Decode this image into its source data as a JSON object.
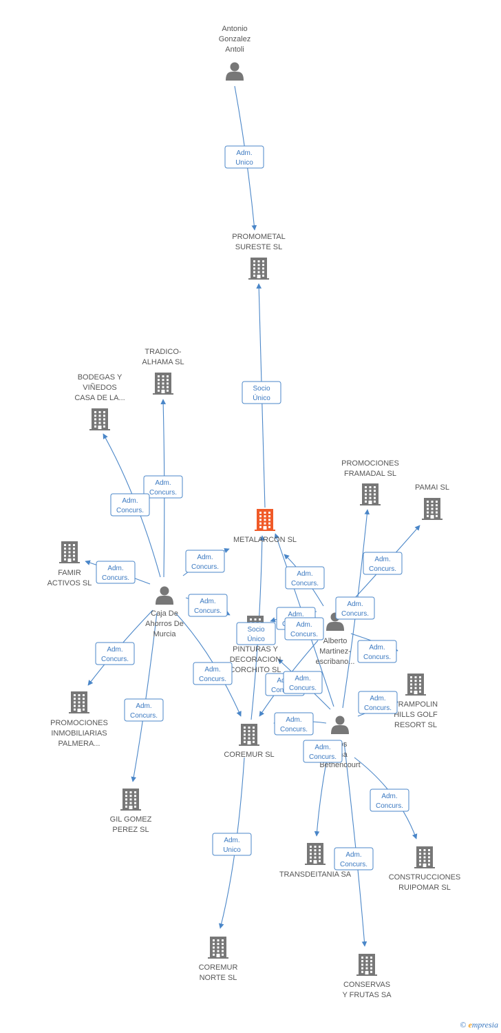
{
  "colors": {
    "edge": "#4a86c8",
    "node": "#777777",
    "focus": "#f05a28",
    "text": "#555555"
  },
  "nodes": [
    {
      "id": "antonio",
      "kind": "person",
      "label": [
        "Antonio",
        "Gonzalez",
        "Antoli"
      ]
    },
    {
      "id": "promometal",
      "kind": "company",
      "label": [
        "PROMOMETAL",
        "SURESTE SL"
      ]
    },
    {
      "id": "metalarcon",
      "kind": "company",
      "focus": true,
      "label": [
        "METALARCON SL"
      ]
    },
    {
      "id": "tradico",
      "kind": "company",
      "label": [
        "TRADICO-",
        "ALHAMA SL"
      ]
    },
    {
      "id": "bodegas",
      "kind": "company",
      "label": [
        "BODEGAS Y",
        "VIÑEDOS",
        "CASA DE LA..."
      ]
    },
    {
      "id": "famir",
      "kind": "company",
      "label": [
        "FAMIR",
        "ACTIVOS SL"
      ]
    },
    {
      "id": "caja",
      "kind": "person",
      "label": [
        "Caja De",
        "Ahorros De",
        "Murcia"
      ]
    },
    {
      "id": "promopalmera",
      "kind": "company",
      "label": [
        "PROMOCIONES",
        "INMOBILIARIAS",
        "PALMERA..."
      ]
    },
    {
      "id": "gilgomez",
      "kind": "company",
      "label": [
        "GIL GOMEZ",
        "PEREZ SL"
      ]
    },
    {
      "id": "pinturas",
      "kind": "company",
      "label": [
        "PINTURAS Y",
        "DECORACION",
        "CORCHITO SL"
      ]
    },
    {
      "id": "coremur",
      "kind": "company",
      "label": [
        "COREMUR SL"
      ]
    },
    {
      "id": "coremurnorte",
      "kind": "company",
      "label": [
        "COREMUR",
        "NORTE SL"
      ]
    },
    {
      "id": "framadal",
      "kind": "company",
      "label": [
        "PROMOCIONES",
        "FRAMADAL SL"
      ]
    },
    {
      "id": "pamai",
      "kind": "company",
      "label": [
        "PAMAI SL"
      ]
    },
    {
      "id": "alberto",
      "kind": "person",
      "label": [
        "Alberto",
        "Martinez-",
        "escribano..."
      ]
    },
    {
      "id": "trampolin",
      "kind": "company",
      "label": [
        "TRAMPOLIN",
        "HILLS GOLF",
        "RESORT SL"
      ]
    },
    {
      "id": "carlos",
      "kind": "person",
      "label": [
        "...os",
        "...na",
        "Bethencourt"
      ]
    },
    {
      "id": "transdeitania",
      "kind": "company",
      "label": [
        "TRANSDEITANIA SA"
      ]
    },
    {
      "id": "construcciones",
      "kind": "company",
      "label": [
        "CONSTRUCCIONES",
        "RUIPOMAR SL"
      ]
    },
    {
      "id": "conservas",
      "kind": "company",
      "label": [
        "CONSERVAS",
        "Y FRUTAS SA"
      ]
    }
  ],
  "edges": [
    {
      "from": "antonio",
      "to": "promometal",
      "label": [
        "Adm.",
        "Unico"
      ]
    },
    {
      "from": "metalarcon",
      "to": "promometal",
      "label": [
        "Socio",
        "Único"
      ]
    },
    {
      "from": "caja",
      "to": "tradico",
      "label": [
        "Adm.",
        "Concurs."
      ]
    },
    {
      "from": "caja",
      "to": "bodegas",
      "label": [
        "Adm.",
        "Concurs."
      ]
    },
    {
      "from": "caja",
      "to": "famir",
      "label": [
        "Adm.",
        "Concurs."
      ]
    },
    {
      "from": "caja",
      "to": "metalarcon",
      "label": [
        "Adm.",
        "Concurs."
      ]
    },
    {
      "from": "caja",
      "to": "pinturas",
      "label": [
        "Adm.",
        "Concurs."
      ]
    },
    {
      "from": "caja",
      "to": "promopalmera",
      "label": [
        "Adm.",
        "Concurs."
      ]
    },
    {
      "from": "caja",
      "to": "gilgomez",
      "label": [
        "Adm.",
        "Concurs."
      ]
    },
    {
      "from": "caja",
      "to": "coremur",
      "label": [
        "Adm.",
        "Concurs."
      ]
    },
    {
      "from": "coremur",
      "to": "metalarcon",
      "label": [
        "Socio",
        "Único"
      ]
    },
    {
      "from": "coremur",
      "to": "coremurnorte",
      "label": [
        "Adm.",
        "Unico"
      ]
    },
    {
      "from": "alberto",
      "to": "metalarcon",
      "label": [
        "Adm.",
        "Concurs."
      ]
    },
    {
      "from": "alberto",
      "to": "pinturas",
      "label": [
        "Adm.",
        "Concurs."
      ]
    },
    {
      "from": "alberto",
      "to": "coremur",
      "label": [
        "Adm.",
        "Concurs."
      ]
    },
    {
      "from": "alberto",
      "to": "pamai",
      "label": [
        "Adm.",
        "Concurs."
      ]
    },
    {
      "from": "alberto",
      "to": "trampolin",
      "label": [
        "Adm.",
        "Concurs."
      ]
    },
    {
      "from": "carlos",
      "to": "framadal",
      "label": [
        "Adm.",
        "Concurs."
      ]
    },
    {
      "from": "carlos",
      "to": "metalarcon",
      "label": [
        "Adm.",
        "Concurs."
      ]
    },
    {
      "from": "carlos",
      "to": "pinturas",
      "label": [
        "Adm.",
        "Concurs."
      ]
    },
    {
      "from": "carlos",
      "to": "coremur",
      "label": [
        "Adm.",
        "Concurs."
      ]
    },
    {
      "from": "carlos",
      "to": "trampolin",
      "label": [
        "Adm.",
        "Concurs."
      ]
    },
    {
      "from": "carlos",
      "to": "transdeitania",
      "label": [
        "Adm.",
        "Concurs."
      ]
    },
    {
      "from": "carlos",
      "to": "construcciones",
      "label": [
        "Adm.",
        "Concurs."
      ]
    },
    {
      "from": "carlos",
      "to": "conservas",
      "label": [
        "Adm.",
        "Concurs."
      ]
    }
  ],
  "footer": {
    "copyright": "©",
    "brand_initial": "e",
    "brand_rest": "mpresia"
  }
}
